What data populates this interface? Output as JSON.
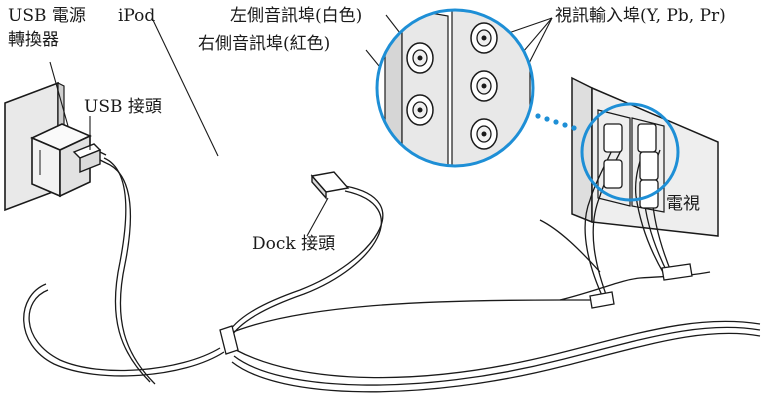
{
  "labels": {
    "usb_power_adapter_line1": "USB 電源",
    "usb_power_adapter_line2": "轉換器",
    "ipod": "iPod",
    "usb_connector": "USB 接頭",
    "left_audio_port": "左側音訊埠(白色)",
    "right_audio_port": "右側音訊埠(紅色)",
    "video_input_ports": "視訊輸入埠(Y, Pb, Pr)",
    "tv": "電視",
    "dock_connector": "Dock 接頭"
  },
  "colors": {
    "line": "#1a1a1a",
    "highlight": "#1e8fd6",
    "wall_plate": "#e9e9e9",
    "adapter": "#f4f4f4",
    "tv_panel": "#ededed",
    "zoom_panel": "#e6e6e6"
  }
}
